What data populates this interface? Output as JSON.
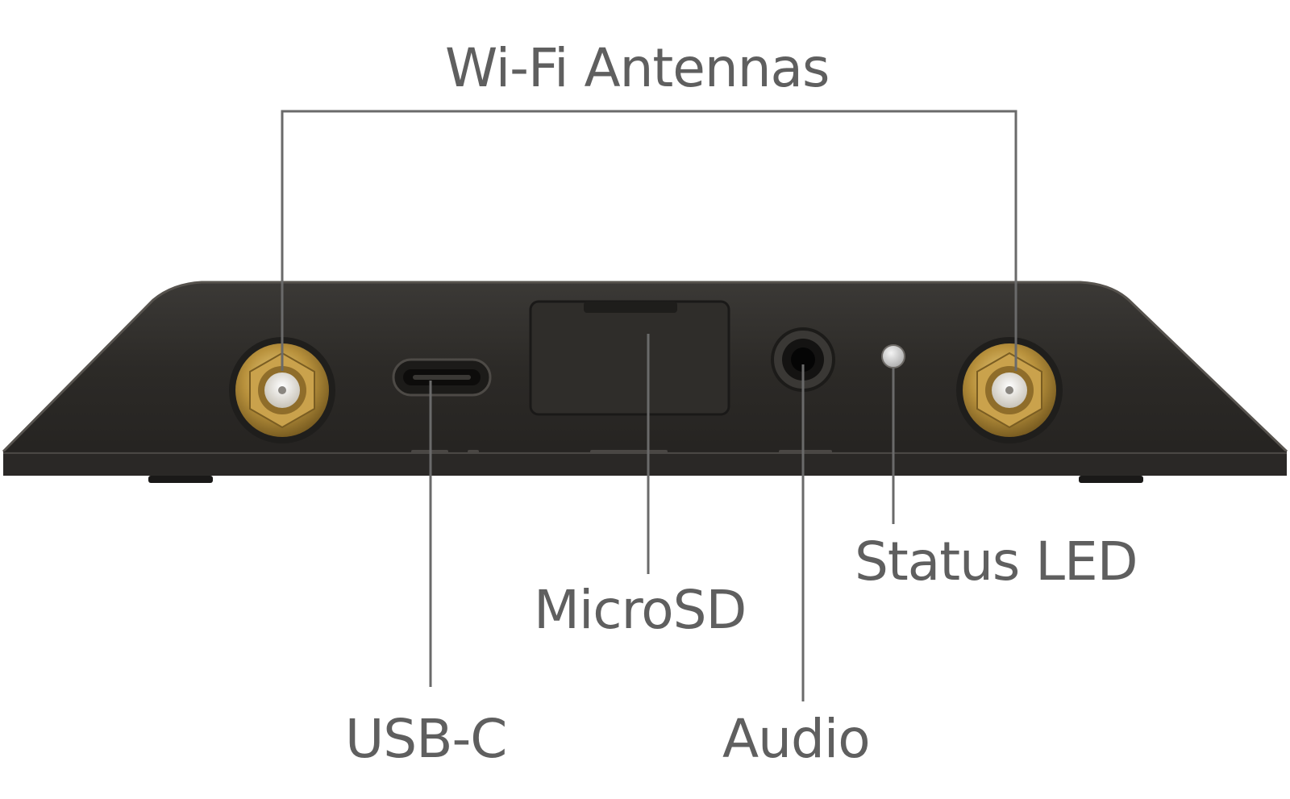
{
  "labels": {
    "wifi_antennas": "Wi-Fi Antennas",
    "usb_c": "USB-C",
    "microsd": "MicroSD",
    "audio": "Audio",
    "status_led": "Status LED"
  },
  "colors": {
    "background": "#ffffff",
    "label_text": "#5f5f5f",
    "leader_line": "#6a6a6a",
    "device_body": "#2b2a28",
    "device_top": "#3a3835",
    "connector_gold": "#b8913c",
    "led": "#d4d4d4"
  }
}
